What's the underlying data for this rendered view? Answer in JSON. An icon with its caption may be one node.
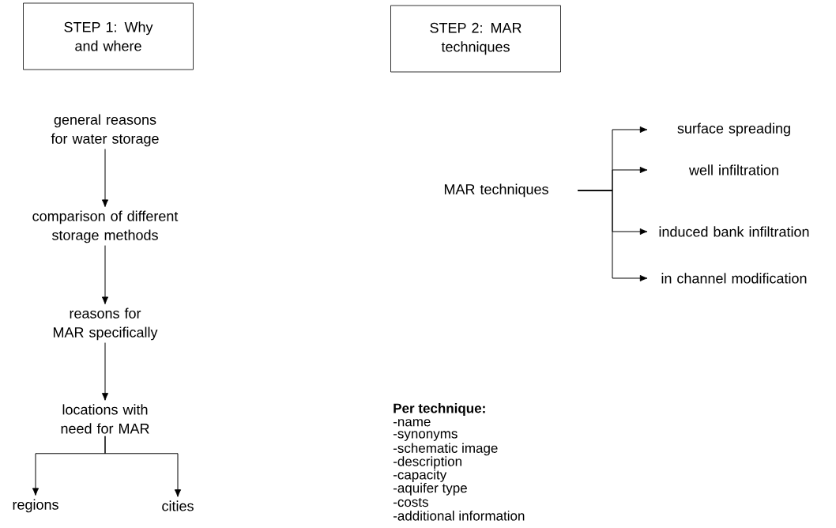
{
  "diagram": {
    "nodes": [
      {
        "text": [
          "STEP 1: Why and where"
        ]
      },
      {
        "text": [
          "STEP 2: MAR techniques"
        ]
      },
      {
        "text": [
          "general reasons for water storage"
        ]
      },
      {
        "text": [
          "comparison of different storage methods"
        ]
      },
      {
        "text": [
          "reasons for MAR specifically"
        ]
      },
      {
        "text": [
          "locations with need for MAR"
        ]
      },
      {
        "text": [
          "regions"
        ]
      },
      {
        "text": [
          "cities"
        ]
      },
      {
        "text": [
          "MAR techniques"
        ]
      },
      {
        "text": [
          "surface spreading"
        ]
      },
      {
        "text": [
          "well infiltration"
        ]
      },
      {
        "text": [
          "induced bank infiltration"
        ]
      },
      {
        "text": [
          "in channel modification"
        ]
      }
    ],
    "edges": [
      {
        "from": 2,
        "to": 3,
        "arrow": "to"
      },
      {
        "from": 3,
        "to": 4,
        "arrow": "to"
      },
      {
        "from": 4,
        "to": 5,
        "arrow": "to"
      },
      {
        "from": 5,
        "to": 6,
        "arrow": "to"
      },
      {
        "from": 5,
        "to": 7,
        "arrow": "to"
      },
      {
        "from": 8,
        "to": 9,
        "arrow": "to"
      },
      {
        "from": 8,
        "to": 10,
        "arrow": "to"
      },
      {
        "from": 8,
        "to": 11,
        "arrow": "to"
      },
      {
        "from": 8,
        "to": 12,
        "arrow": "to"
      }
    ],
    "labels": [
      "Per technique:",
      "-name",
      "-synonyms",
      "-schematic image",
      "-description",
      "-capacity",
      "-aquifer type",
      "-costs",
      "-additional information"
    ]
  }
}
